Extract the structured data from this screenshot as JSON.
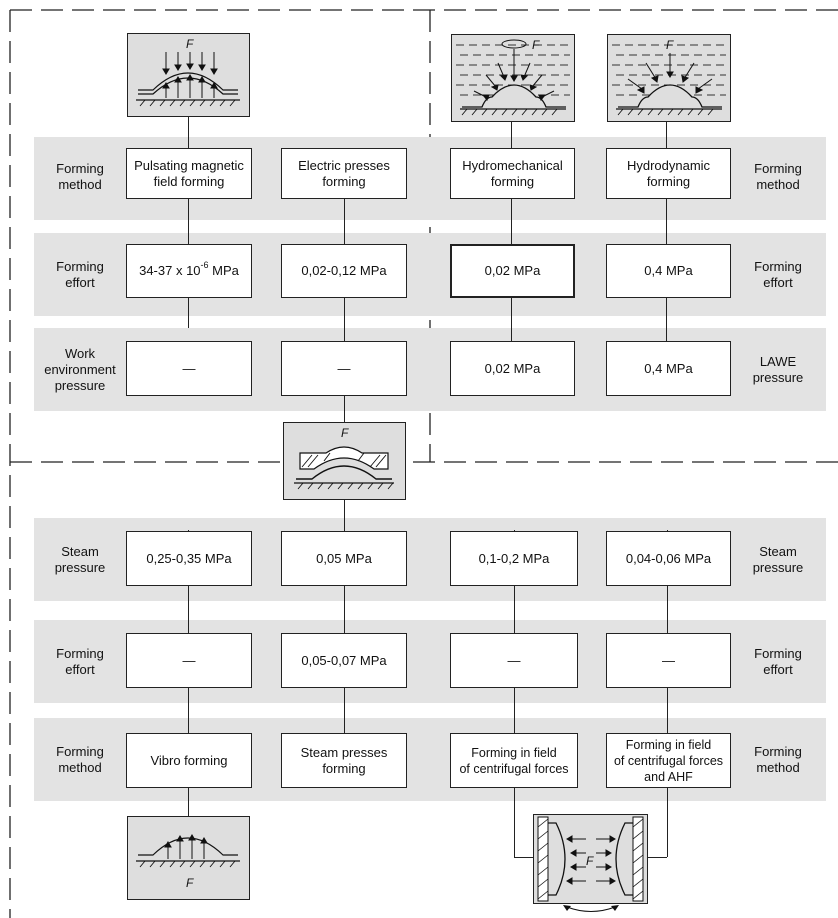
{
  "force_symbol": "F",
  "upper": {
    "row1": {
      "label_left": "Forming\nmethod",
      "label_right": "Forming\nmethod",
      "cells": [
        "Pulsating magnetic\nfield forming",
        "Electric presses\nforming",
        "Hydromechanical\nforming",
        "Hydrodynamic\nforming"
      ]
    },
    "row2": {
      "label_left": "Forming\neffort",
      "label_right": "Forming\neffort",
      "cell1_prefix": "34-37 x 10",
      "cell1_exp": "-6",
      "cell1_suffix": " MPa",
      "cells": [
        "",
        "0,02-0,12 MPa",
        "0,02 MPa",
        "0,4 MPa"
      ]
    },
    "row3": {
      "label_left": "Work\nenvironment\npressure",
      "label_right": "LAWE\npressure",
      "cells": [
        "—",
        "—",
        "0,02 MPa",
        "0,4 MPa"
      ]
    }
  },
  "lower": {
    "row1": {
      "label_left": "Steam\npressure",
      "label_right": "Steam\npressure",
      "cells": [
        "0,25-0,35 MPa",
        "0,05 MPa",
        "0,1-0,2 MPa",
        "0,04-0,06 MPa"
      ]
    },
    "row2": {
      "label_left": "Forming\neffort",
      "label_right": "Forming\neffort",
      "cells": [
        "—",
        "0,05-0,07 MPa",
        "—",
        "—"
      ]
    },
    "row3": {
      "label_left": "Forming\nmethod",
      "label_right": "Forming\nmethod",
      "cells": [
        "Vibro forming",
        "Steam presses\nforming",
        "Forming in field\nof centrifugal forces",
        "Forming in field\nof centrifugal forces\nand AHF"
      ]
    }
  }
}
